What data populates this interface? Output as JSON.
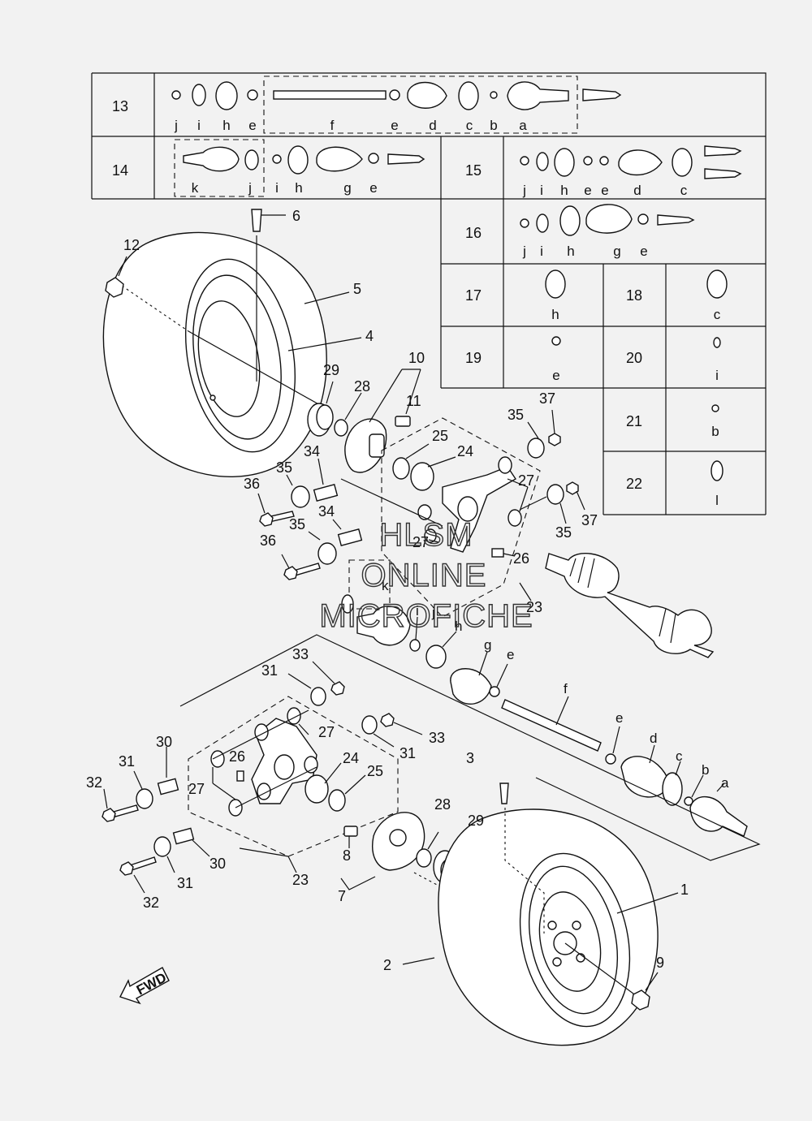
{
  "kit_table": {
    "row13": {
      "num": "13",
      "letters": [
        "j",
        "i",
        "h",
        "e",
        "f",
        "e",
        "d",
        "c",
        "b",
        "a"
      ]
    },
    "row14": {
      "num": "14",
      "letters": [
        "k",
        "j",
        "i",
        "h",
        "g",
        "e"
      ]
    },
    "row15": {
      "num": "15",
      "letters": [
        "j",
        "i",
        "h",
        "e",
        "e",
        "d",
        "c"
      ]
    },
    "row16": {
      "num": "16",
      "letters": [
        "j",
        "i",
        "h",
        "g",
        "e"
      ]
    },
    "row17": {
      "num": "17",
      "letter": "h"
    },
    "row18": {
      "num": "18",
      "letter": "c"
    },
    "row19": {
      "num": "19",
      "letter": "e"
    },
    "row20": {
      "num": "20",
      "letter": "i"
    },
    "row21": {
      "num": "21",
      "letter": "b"
    },
    "row22": {
      "num": "22",
      "letter": "l"
    }
  },
  "callouts": {
    "n1": "1",
    "n2": "2",
    "n3": "3",
    "n4": "4",
    "n5": "5",
    "n6": "6",
    "n7": "7",
    "n8": "8",
    "n9": "9",
    "n10": "10",
    "n11": "11",
    "n12": "12",
    "n23": "23",
    "n24": "24",
    "n25": "25",
    "n26": "26",
    "n27": "27",
    "n28": "28",
    "n29": "29",
    "n30": "30",
    "n31": "31",
    "n32": "32",
    "n33": "33",
    "n34": "34",
    "n35": "35",
    "n36": "36",
    "n37": "37",
    "la": "a",
    "lb": "b",
    "lc": "c",
    "ld": "d",
    "le": "e",
    "lf": "f",
    "lg": "g",
    "lh": "h",
    "li": "i",
    "lj": "j",
    "lk": "k"
  },
  "watermark": {
    "line1": "HLSM",
    "line2": "ONLINE",
    "line3": "MICROFICHE"
  },
  "fwd_label": "FWD"
}
